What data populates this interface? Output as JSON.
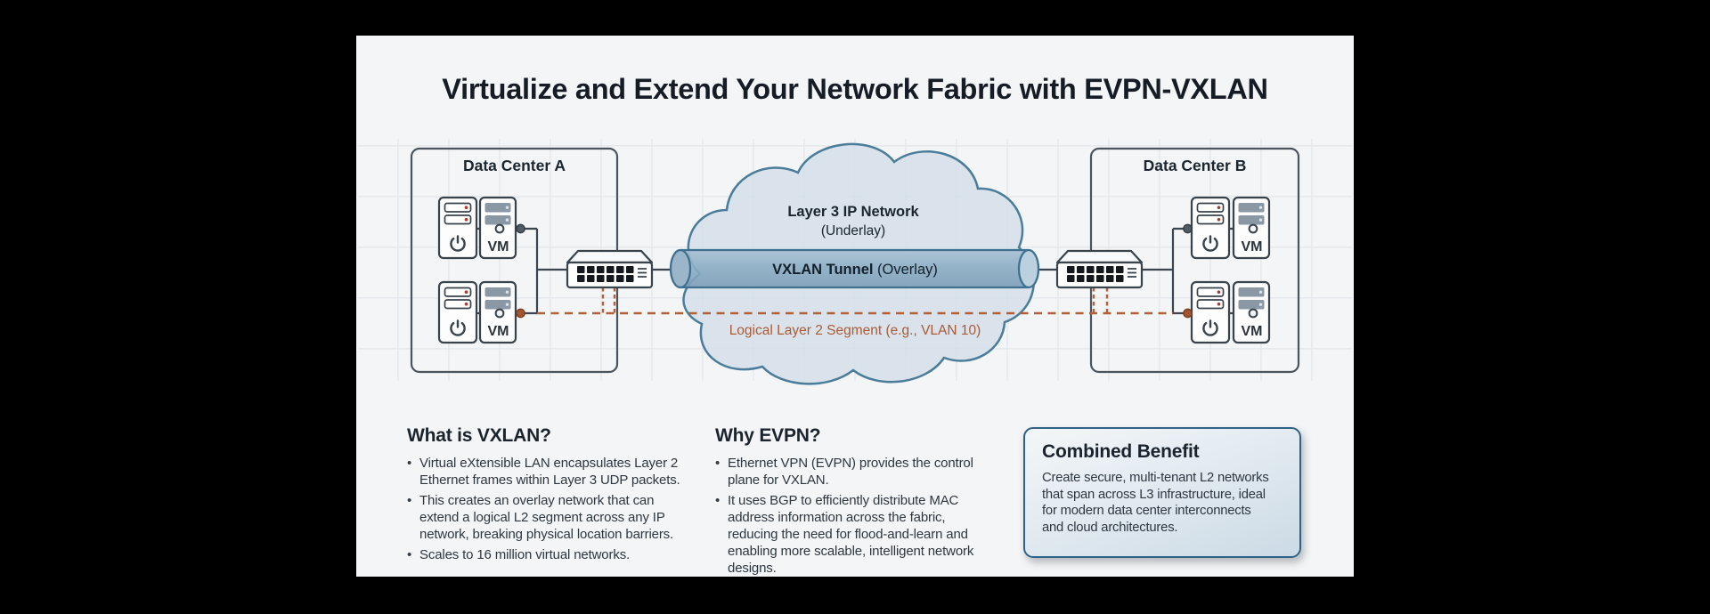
{
  "title": "Virtualize and Extend Your Network Fabric with EVPN-VXLAN",
  "diagram": {
    "dc_a_label": "Data Center A",
    "dc_b_label": "Data Center B",
    "cloud_label_line1": "Layer 3 IP Network",
    "cloud_label_line2": "(Underlay)",
    "tunnel_label_bold": "VXLAN Tunnel",
    "tunnel_label_regular": " (Overlay)",
    "segment_label": "Logical Layer 2 Segment (e.g., VLAN 10)",
    "vm_label": "VM"
  },
  "sections": {
    "vxlan": {
      "heading": "What is VXLAN?",
      "bullets": [
        "Virtual eXtensible LAN encapsulates Layer 2\nEthernet frames within Layer 3 UDP packets.",
        "This creates an overlay network that can\nextend a logical L2 segment across any IP\nnetwork, breaking physical location barriers.",
        "Scales to 16 million virtual networks."
      ]
    },
    "evpn": {
      "heading": "Why EVPN?",
      "bullets": [
        "Ethernet VPN (EVPN) provides the control\nplane for VXLAN.",
        "It uses BGP to efficiently distribute MAC\naddress information across the fabric,\nreducing the need for flood-and-learn and\nenabling more scalable, intelligent network\ndesigns."
      ]
    },
    "benefit": {
      "heading": "Combined Benefit",
      "body": "Create secure, multi-tenant L2 networks\nthat span across L3 infrastructure, ideal\nfor modern data center interconnects\nand cloud architectures."
    }
  },
  "colors": {
    "page_bg": "#000000",
    "panel_bg": "#f4f5f6",
    "grid_line": "#e2e7eb",
    "ink": "#1b242e",
    "body_text": "#2e3740",
    "wire": "#3c4650",
    "accent_orange": "#b45f37",
    "cloud_border": "#4a7c9b",
    "cloud_fill": "#d5e1ea",
    "tunnel_fill": "#88a4ba",
    "benefit_border": "#2e6286",
    "red_led": "#ab3c2c"
  }
}
